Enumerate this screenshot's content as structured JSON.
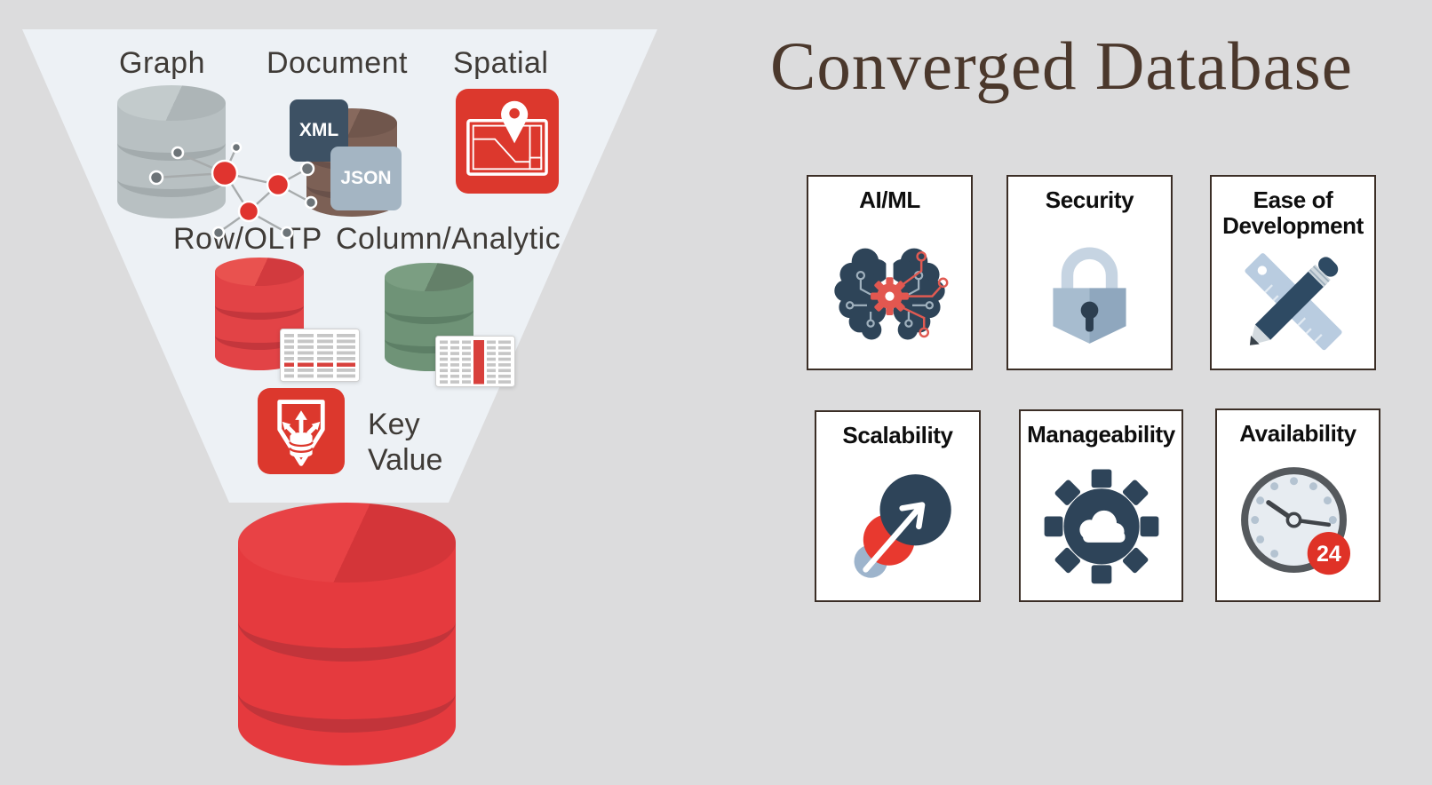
{
  "title": "Converged Database",
  "palette": {
    "background": "#dcdcdd",
    "funnel_beam": "#edf1f5",
    "oracle_red": "#dc382d",
    "dark_slate": "#2e4459",
    "title_brown": "#4b382c"
  },
  "funnel": {
    "labels": {
      "graph": "Graph",
      "document": "Document",
      "spatial": "Spatial",
      "row_oltp": "Row/OLTP",
      "column_analytic": "Column/Analytic",
      "key": "Key",
      "value": "Value"
    },
    "badges": {
      "xml": "XML",
      "json": "JSON"
    },
    "icons": [
      "graph-database-cylinder-icon",
      "network-graph-icon",
      "document-database-cylinder-icon",
      "spatial-map-pin-icon",
      "row-table-icon",
      "column-table-icon",
      "key-value-shield-icon",
      "converged-database-cylinder-icon"
    ]
  },
  "capabilities": [
    {
      "label": "AI/ML",
      "icon": "brain-circuit-icon"
    },
    {
      "label": "Security",
      "icon": "padlock-icon"
    },
    {
      "label": "Ease of Development",
      "icon": "ruler-pencil-icon"
    },
    {
      "label": "Scalability",
      "icon": "growth-circles-arrow-icon"
    },
    {
      "label": "Manageability",
      "icon": "gear-cloud-icon"
    },
    {
      "label": "Availability",
      "icon": "clock-24-icon",
      "badge": "24"
    }
  ]
}
